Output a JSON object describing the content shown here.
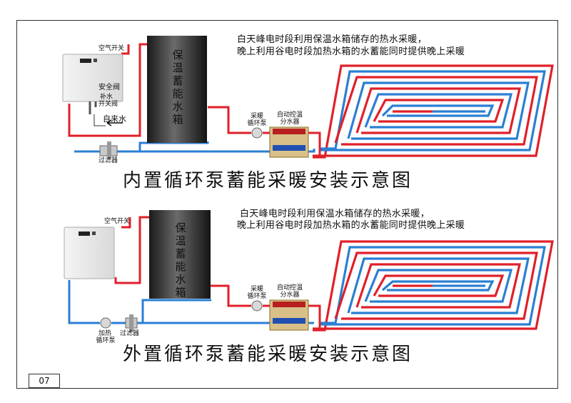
{
  "page_number": "07",
  "diagrams": [
    {
      "title": "内置循环泵蓄能采暖安装示意图",
      "caption_line1": "白天峰电时段利用保温水箱储存的热水采暖，",
      "caption_line2": "晚上利用谷电时段加热水箱的水蓄能同时提供晚上采暖",
      "tank_label": "保温蓄能水箱",
      "air_switch": "空气开关",
      "safety_valve": "安全阀",
      "refill_valve_line1": "补水",
      "refill_valve_line2": "开关阀",
      "tap_water": "自来水",
      "filter": "过滤器",
      "heating_pump_line1": "采暖",
      "heating_pump_line2": "循环泵",
      "manifold_line1": "自动控温",
      "manifold_line2": "分水器"
    },
    {
      "title": "外置循环泵蓄能采暖安装示意图",
      "caption_line1": "白天峰电时段利用保温水箱储存的热水采暖，",
      "caption_line2": "晚上利用谷电时段加热水箱的水蓄能同时提供晚上采暖",
      "tank_label": "保温蓄能水箱",
      "air_switch": "空气开关",
      "heat_pump_line1": "加热",
      "heat_pump_line2": "循环泵",
      "filter": "过滤器",
      "heating_pump_line1": "采暖",
      "heating_pump_line2": "循环泵",
      "manifold_line1": "自动控温",
      "manifold_line2": "分水器"
    }
  ],
  "colors": {
    "hot_pipe": "#e0202a",
    "cold_pipe": "#2a7fd4",
    "tank": "#2a2a2a"
  }
}
